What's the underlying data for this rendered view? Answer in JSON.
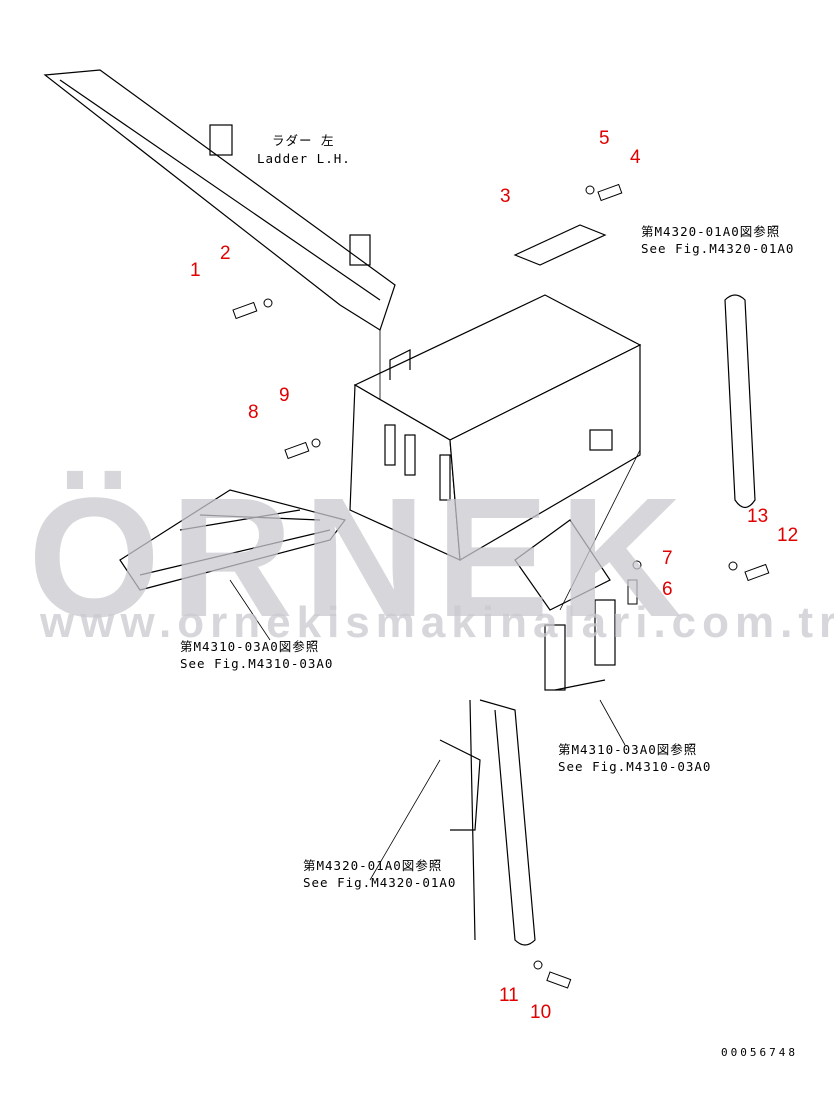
{
  "watermark": {
    "logo": "ÖRNEK",
    "url": "www.ornekismakinalari.com.tr",
    "accent": "#f5d27a"
  },
  "labels": {
    "ladder_jp": "ラダー 左",
    "ladder_en": "Ladder L.H.",
    "ref_top_right": [
      "第M4320-01A0図参照",
      "See Fig.M4320-01A0"
    ],
    "ref_left": [
      "第M4310-03A0図参照",
      "See Fig.M4310-03A0"
    ],
    "ref_mid": [
      "第M4310-03A0図参照",
      "See Fig.M4310-03A0"
    ],
    "ref_bottom": [
      "第M4320-01A0図参照",
      "See Fig.M4320-01A0"
    ]
  },
  "part_numbers": [
    "1",
    "2",
    "3",
    "4",
    "5",
    "6",
    "7",
    "8",
    "9",
    "10",
    "11",
    "12",
    "13"
  ],
  "part_number_color": "#e00000",
  "drawing_code": "00056748"
}
